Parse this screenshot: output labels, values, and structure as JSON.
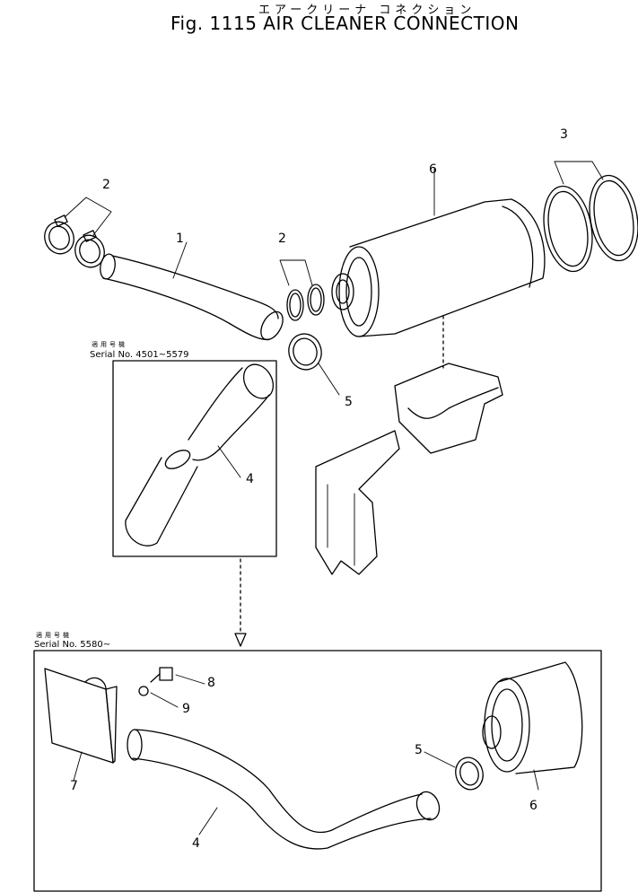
{
  "header": {
    "title_jp": "エアークリーナ コネクション",
    "title_en": "Fig. 1115 AIR CLEANER CONNECTION"
  },
  "inset_upper": {
    "serial_jp": "適用号機",
    "serial": "Serial No. 4501~5579"
  },
  "inset_lower": {
    "serial_jp": "適用号機",
    "serial": "Serial No. 5580~"
  },
  "callouts": {
    "c1": "1",
    "c2a": "2",
    "c2b": "2",
    "c3": "3",
    "c4a": "4",
    "c4b": "4",
    "c5a": "5",
    "c5b": "5",
    "c6a": "6",
    "c6b": "6",
    "c7": "7",
    "c8": "8",
    "c9": "9"
  }
}
